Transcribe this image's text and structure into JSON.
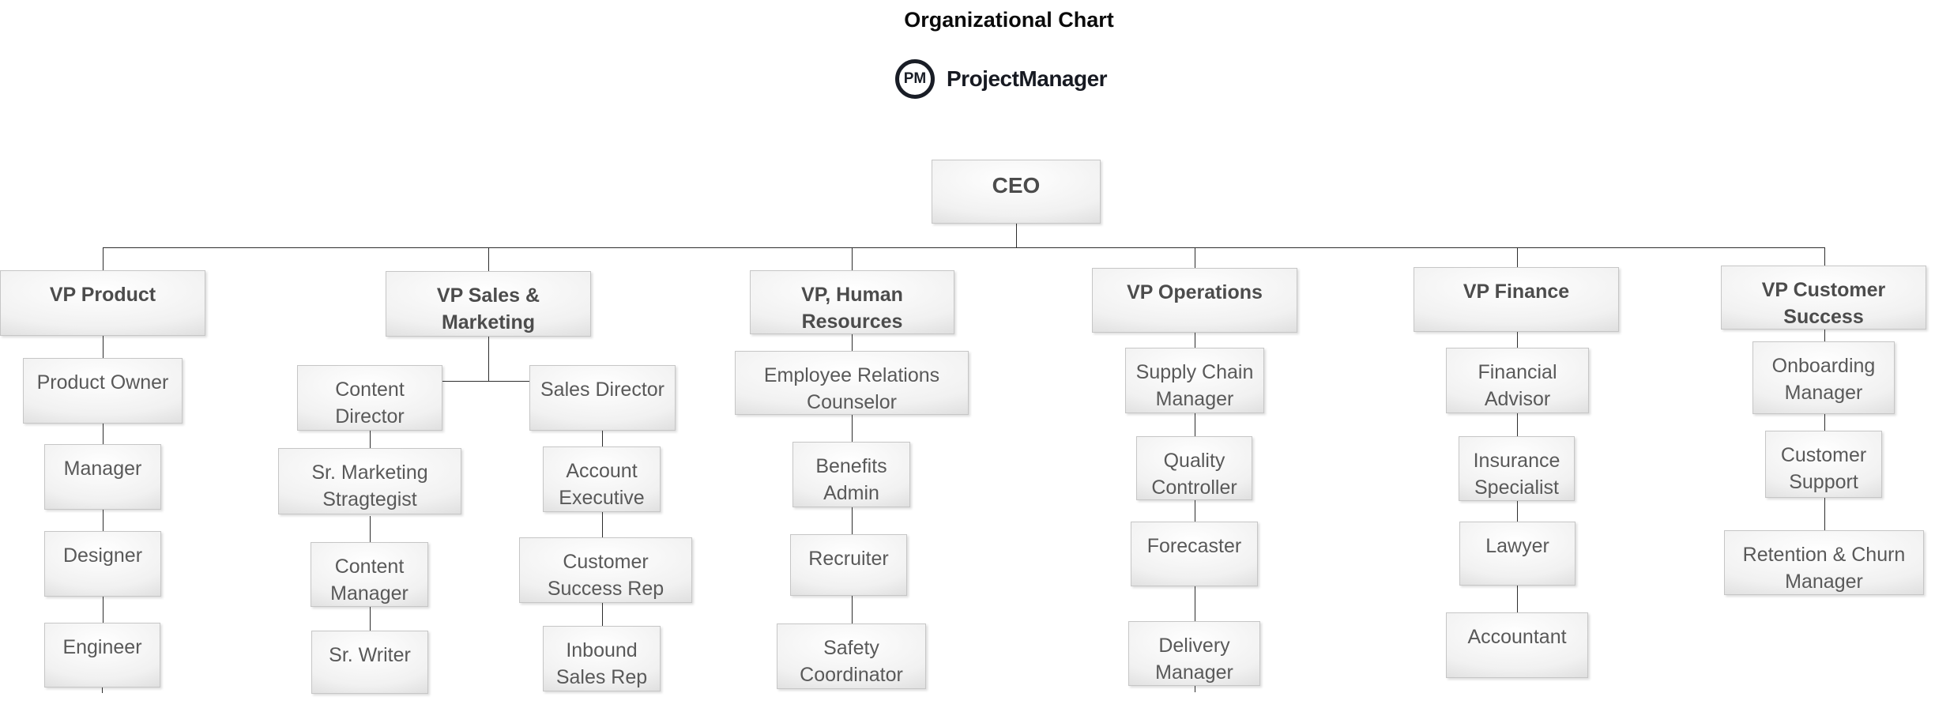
{
  "title": "Organizational Chart",
  "logo": {
    "monogram": "PM",
    "brand": "ProjectManager"
  },
  "org": {
    "root": "CEO",
    "branches": [
      {
        "head": "VP Product",
        "reports": [
          "Product Owner",
          "Manager",
          "Designer",
          "Engineer"
        ]
      },
      {
        "head": "VP Sales & Marketing",
        "teams": [
          {
            "lead": "Content Director",
            "reports": [
              "Sr. Marketing Stragtegist",
              "Content Manager",
              "Sr. Writer"
            ]
          },
          {
            "lead": "Sales Director",
            "reports": [
              "Account Executive",
              "Customer Success Rep",
              "Inbound Sales Rep"
            ]
          }
        ]
      },
      {
        "head": "VP, Human Resources",
        "reports": [
          "Employee Relations Counselor",
          "Benefits Admin",
          "Recruiter",
          "Safety Coordinator"
        ]
      },
      {
        "head": "VP Operations",
        "reports": [
          "Supply Chain Manager",
          "Quality Controller",
          "Forecaster",
          "Delivery Manager"
        ]
      },
      {
        "head": "VP Finance",
        "reports": [
          "Financial Advisor",
          "Insurance Specialist",
          "Lawyer",
          "Accountant"
        ]
      },
      {
        "head": "VP Customer Success",
        "reports": [
          "Onboarding Manager",
          "Customer Support",
          "Retention & Churn Manager"
        ]
      }
    ]
  }
}
